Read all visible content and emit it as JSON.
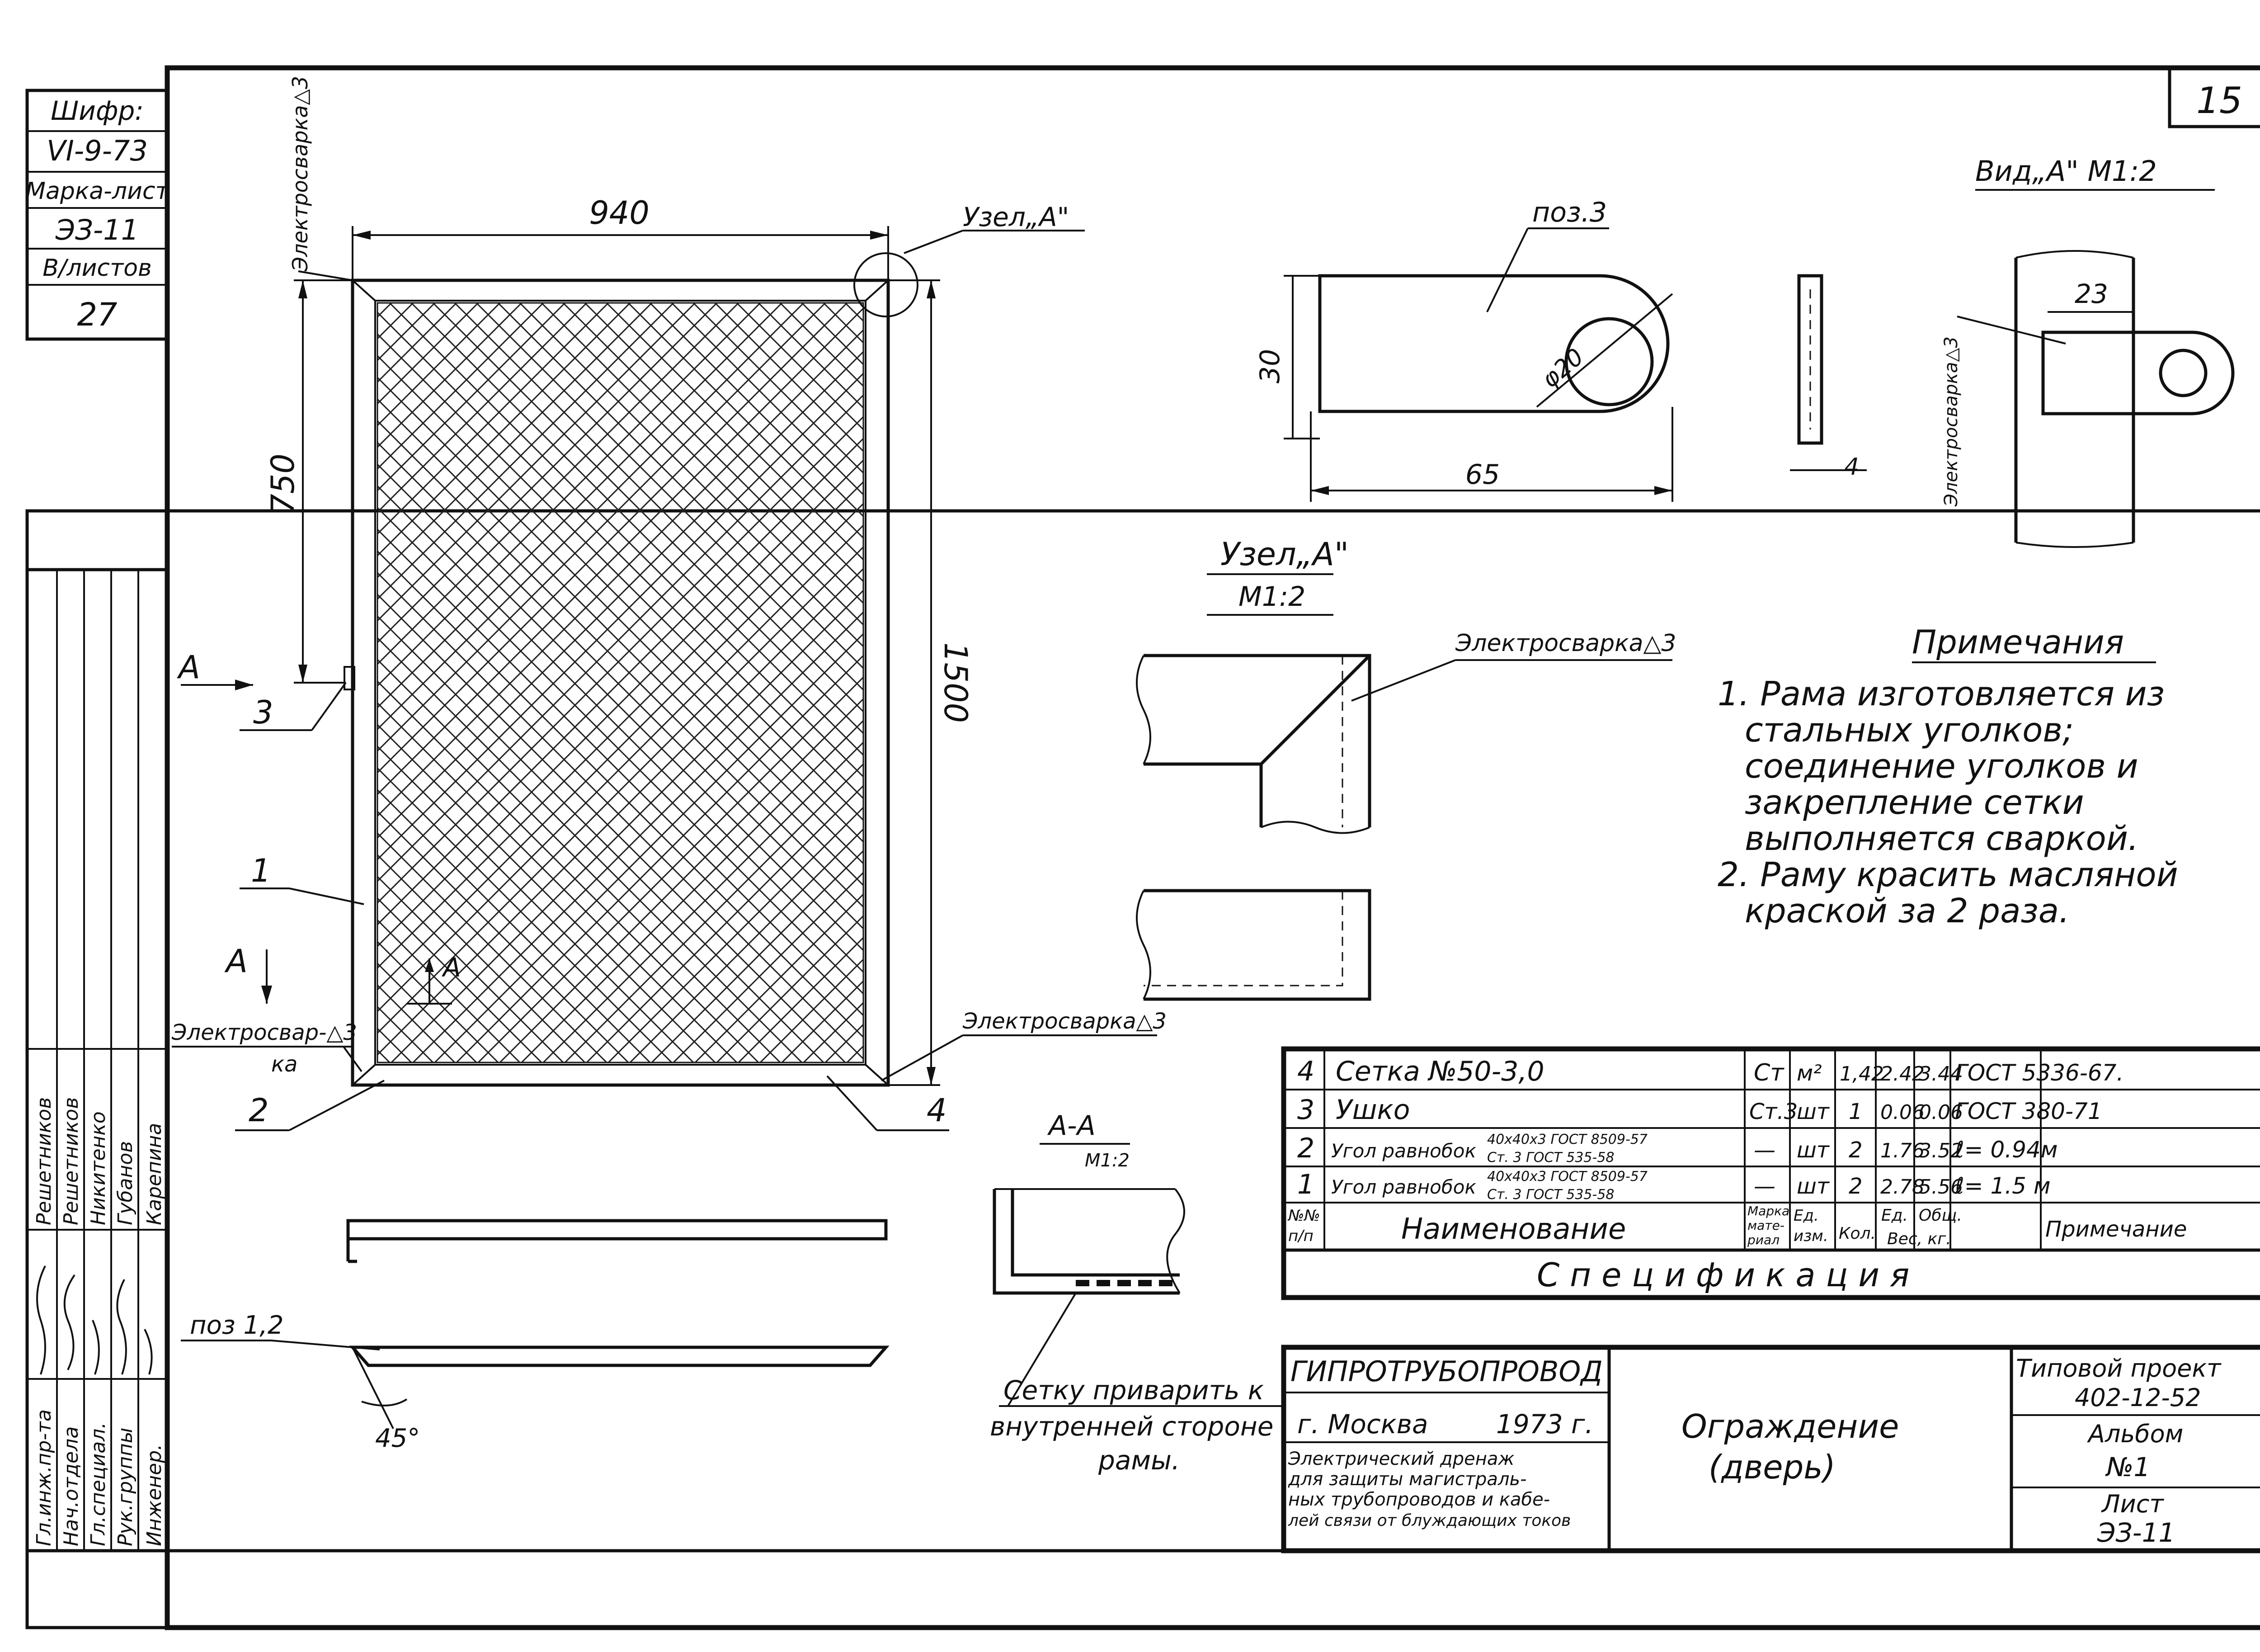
{
  "sheet_number": "15",
  "side_stamp": {
    "cipher_label": "Шифр:",
    "cipher_value": "VI-9-73",
    "mark_label": "Марка-лист",
    "mark_value": "ЭЗ-11",
    "sheets_label": "В/листов",
    "sheets_value": "27",
    "roles": [
      "Гл.инж.пр-та",
      "Нач.отдела",
      "Гл.специал.",
      "Рук.группы",
      "Инженер."
    ],
    "names": [
      "Решетников",
      "Решетников",
      "Никитенко",
      "Губанов",
      "Карепина"
    ]
  },
  "frame_drawing": {
    "dim_width": "940",
    "dim_upper": "750",
    "dim_height": "1500",
    "weld_top": "Электросварка△3",
    "weld_bottom_left": [
      "Электросвар-△3",
      "ка"
    ],
    "weld_bottom_right": "Электросварка△3",
    "node_label": "Узел„А\"",
    "section_arrow_label": "А",
    "positions": [
      "1",
      "2",
      "3",
      "4"
    ]
  },
  "plate_detail": {
    "pos_label": "поз.3",
    "dim_height": "30",
    "dim_length": "65",
    "dim_hole": "φ20",
    "dim_thickness": "4"
  },
  "view_a": {
    "title": "Вид„А\" М1:2",
    "dim": "23",
    "weld": "Электросварка△3"
  },
  "node_a": {
    "title": "Узел„А\"",
    "scale": "М1:2",
    "weld": "Электросварка△3"
  },
  "section_aa": {
    "title": "А-А",
    "scale": "М1:2",
    "note": [
      "Сетку приварить к",
      "внутренней стороне",
      "рамы."
    ]
  },
  "angle_detail": {
    "pos_label": "поз 1,2",
    "angle": "45°"
  },
  "notes": {
    "title": "Примечания",
    "lines": [
      "1. Рама изготовляется из",
      "стальных уголков;",
      "соединение уголков и",
      "закрепление сетки",
      "выполняется сваркой.",
      "2. Раму красить масляной",
      "краской за 2 раза."
    ]
  },
  "specification": {
    "title": "С п е ц и ф и к а ц и я",
    "rows": [
      {
        "n": "4",
        "name": "Сетка №50-3,0",
        "mark": "Ст",
        "unit": "м²",
        "qty": "1,42",
        "w1": "2.42",
        "w2": "3.44",
        "note": "ГОСТ 5336-67."
      },
      {
        "n": "3",
        "name": "Ушко",
        "mark": "Ст.3",
        "unit": "шт",
        "qty": "1",
        "w1": "0.06",
        "w2": "0.06",
        "note": "ГОСТ 380-71"
      },
      {
        "n": "2",
        "name": "Угол равнобок",
        "sub1": "40х40х3 ГОСТ 8509-57",
        "sub2": "Ст. 3  ГОСТ 535-58",
        "mark": "—",
        "unit": "шт",
        "qty": "2",
        "w1": "1.76",
        "w2": "3.52",
        "note": "ℓ= 0.94м"
      },
      {
        "n": "1",
        "name": "Угол равнобок",
        "sub1": "40х40х3 ГОСТ 8509-57",
        "sub2": "Ст. 3  ГОСТ 535-58",
        "mark": "—",
        "unit": "шт",
        "qty": "2",
        "w1": "2.78",
        "w2": "5.56",
        "note": "ℓ= 1.5 м"
      }
    ],
    "header": {
      "n": [
        "№№",
        "п/п"
      ],
      "name": "Наименование",
      "mark": [
        "Марка",
        "мате-",
        "риал"
      ],
      "unit": [
        "Ед.",
        "изм."
      ],
      "qty": "Кол.",
      "weight": [
        "Ед.",
        "Общ.",
        "Вес, кг."
      ],
      "note": "Примечание"
    }
  },
  "title_block": {
    "org": "ГИПРОТРУБОПРОВОД",
    "city": "г. Москва",
    "year": "1973 г.",
    "project_desc": [
      "Электрический дренаж",
      "для защиты магистраль-",
      "ных трубопроводов и кабе-",
      "лей связи от блуждающих токов"
    ],
    "drawing_title": [
      "Ограждение",
      "(дверь)"
    ],
    "typical_project_label": "Типовой проект",
    "typical_project_value": "402-12-52",
    "album_label": "Альбом",
    "album_value": "№1",
    "sheet_label": "Лист",
    "sheet_value": "ЭЗ-11"
  }
}
